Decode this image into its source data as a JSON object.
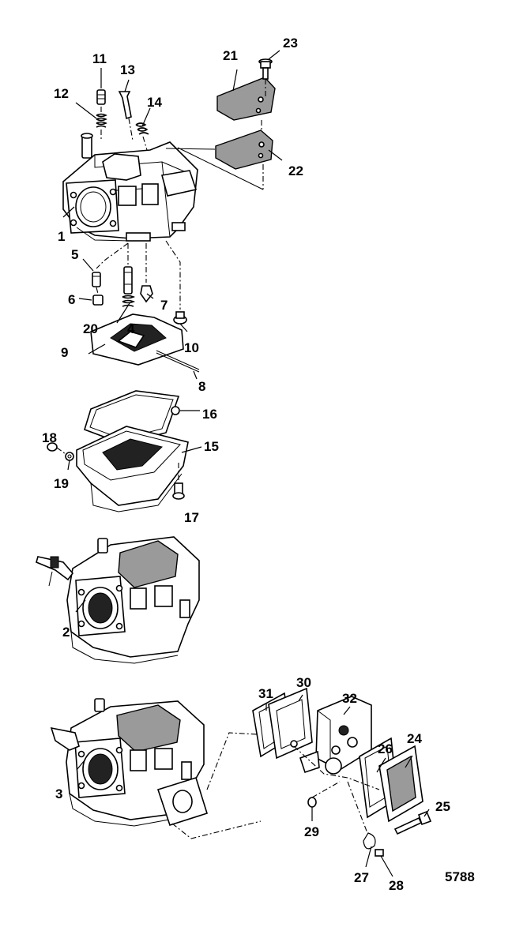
{
  "figure_id": "5788",
  "callouts": {
    "c1": "1",
    "c2": "2",
    "c3": "3",
    "c4": "4",
    "c5": "5",
    "c6": "6",
    "c7": "7",
    "c8": "8",
    "c9": "9",
    "c10": "10",
    "c11": "11",
    "c12": "12",
    "c13": "13",
    "c14": "14",
    "c15": "15",
    "c16": "16",
    "c17": "17",
    "c18": "18",
    "c19": "19",
    "c20": "20",
    "c21": "21",
    "c22": "22",
    "c23": "23",
    "c24": "24",
    "c25": "25",
    "c26": "26",
    "c27": "27",
    "c28": "28",
    "c29": "29",
    "c30": "30",
    "c31": "31",
    "c32": "32"
  }
}
